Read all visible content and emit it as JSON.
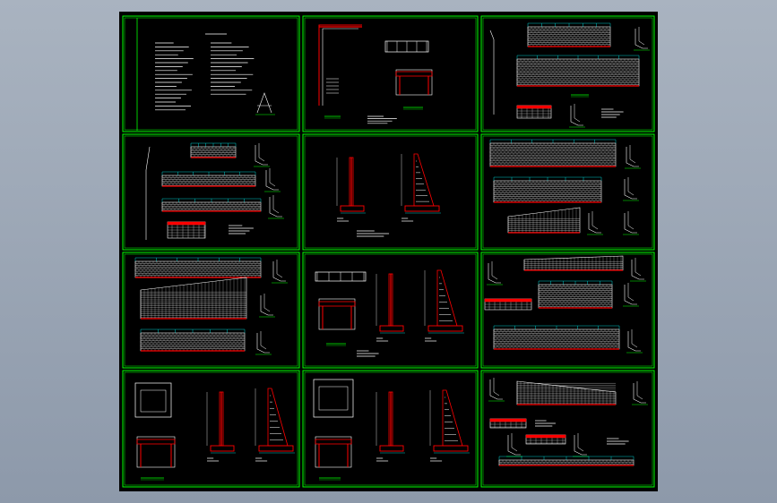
{
  "viewer": {
    "background": "#000000",
    "frame_color": "#00ff00",
    "line_color": "#ffffff",
    "accent_color": "#ff0000",
    "dimension_color": "#00ffff",
    "label_color": "#00ff00"
  },
  "sheets": [
    {
      "id": "r1c1",
      "kind": "notes"
    },
    {
      "id": "r1c2",
      "kind": "plan-and-sections"
    },
    {
      "id": "r1c3",
      "kind": "elevations"
    },
    {
      "id": "r2c1",
      "kind": "elevations"
    },
    {
      "id": "r2c2",
      "kind": "wall-sections"
    },
    {
      "id": "r2c3",
      "kind": "elevations"
    },
    {
      "id": "r3c1",
      "kind": "elevations"
    },
    {
      "id": "r3c2",
      "kind": "plan-and-sections"
    },
    {
      "id": "r3c3",
      "kind": "elevations"
    },
    {
      "id": "r4c1",
      "kind": "plan-and-sections"
    },
    {
      "id": "r4c2",
      "kind": "plan-and-sections"
    },
    {
      "id": "r4c3",
      "kind": "elevations"
    }
  ]
}
